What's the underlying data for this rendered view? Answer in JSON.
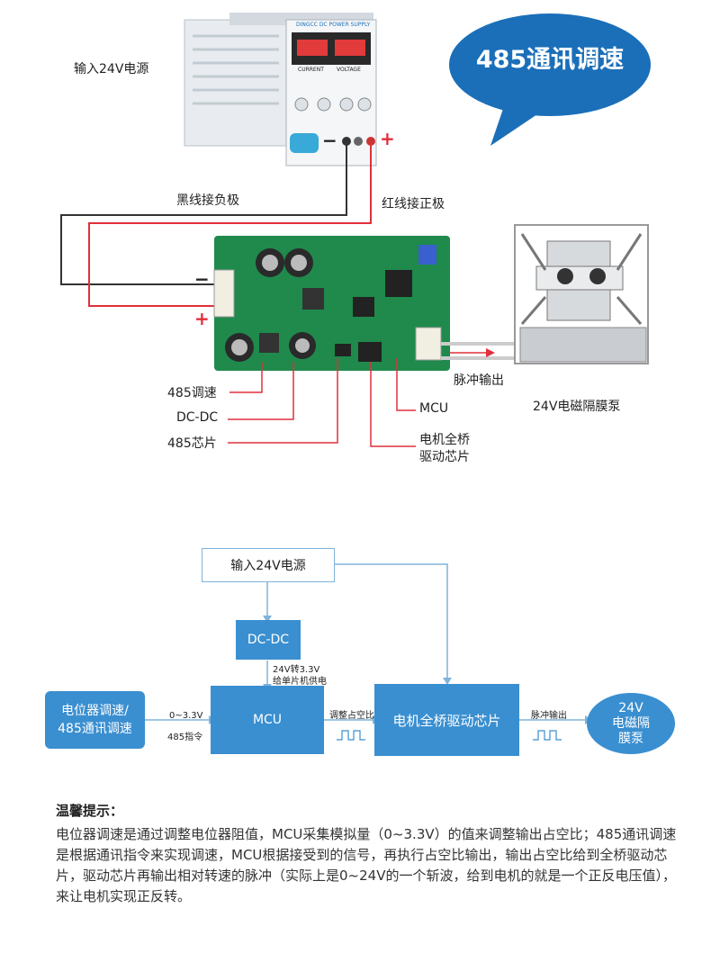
{
  "top": {
    "bubble_title": "485通讯调速",
    "power_label": "输入24V电源",
    "black_wire_label": "黑线接负极",
    "red_wire_label": "红线接正极",
    "minus_sign": "−",
    "plus_sign": "+",
    "pulse_label": "脉冲输出",
    "pump_label": "24V电磁隔膜泵",
    "callouts": [
      "485调速",
      "DC-DC",
      "485芯片",
      "MCU",
      "电机全桥",
      "驱动芯片"
    ],
    "supply_brand": "DINGCC DC POWER SUPPLY",
    "supply_meter_labels": [
      "CURRENT",
      "VOLTAGE"
    ]
  },
  "diagram": {
    "input_power": "输入24V电源",
    "dcdc": "DC-DC",
    "dcdc_note_1": "24V转3.3V",
    "dcdc_note_2": "给单片机供电",
    "pot_485": "电位器调速/",
    "pot_485_2": "485通讯调速",
    "sig_1": "0~3.3V",
    "sig_2": "485指令",
    "mcu": "MCU",
    "duty_label": "调整占空比",
    "driver": "电机全桥驱动芯片",
    "pulse_out": "脉冲输出",
    "pump_1": "24V",
    "pump_2": "电磁隔",
    "pump_3": "膜泵"
  },
  "tips": {
    "title": "温馨提示：",
    "body": "电位器调速是通过调整电位器阻值，MCU采集模拟量（0~3.3V）的值来调整输出占空比；485通讯调速是根据通讯指令来实现调速，MCU根据接受到的信号，再执行占空比输出，输出占空比给到全桥驱动芯片，驱动芯片再输出相对转速的脉冲（实际上是0~24V的一个斩波，给到电机的就是一个正反电压值），来让电机实现正反转。"
  },
  "colors": {
    "blue_box": "#3a8fd0",
    "bubble": "#1b6fb8",
    "red_wire": "#e0303c",
    "pcb": "#1f8a4c",
    "line": "#7fb3d9"
  }
}
